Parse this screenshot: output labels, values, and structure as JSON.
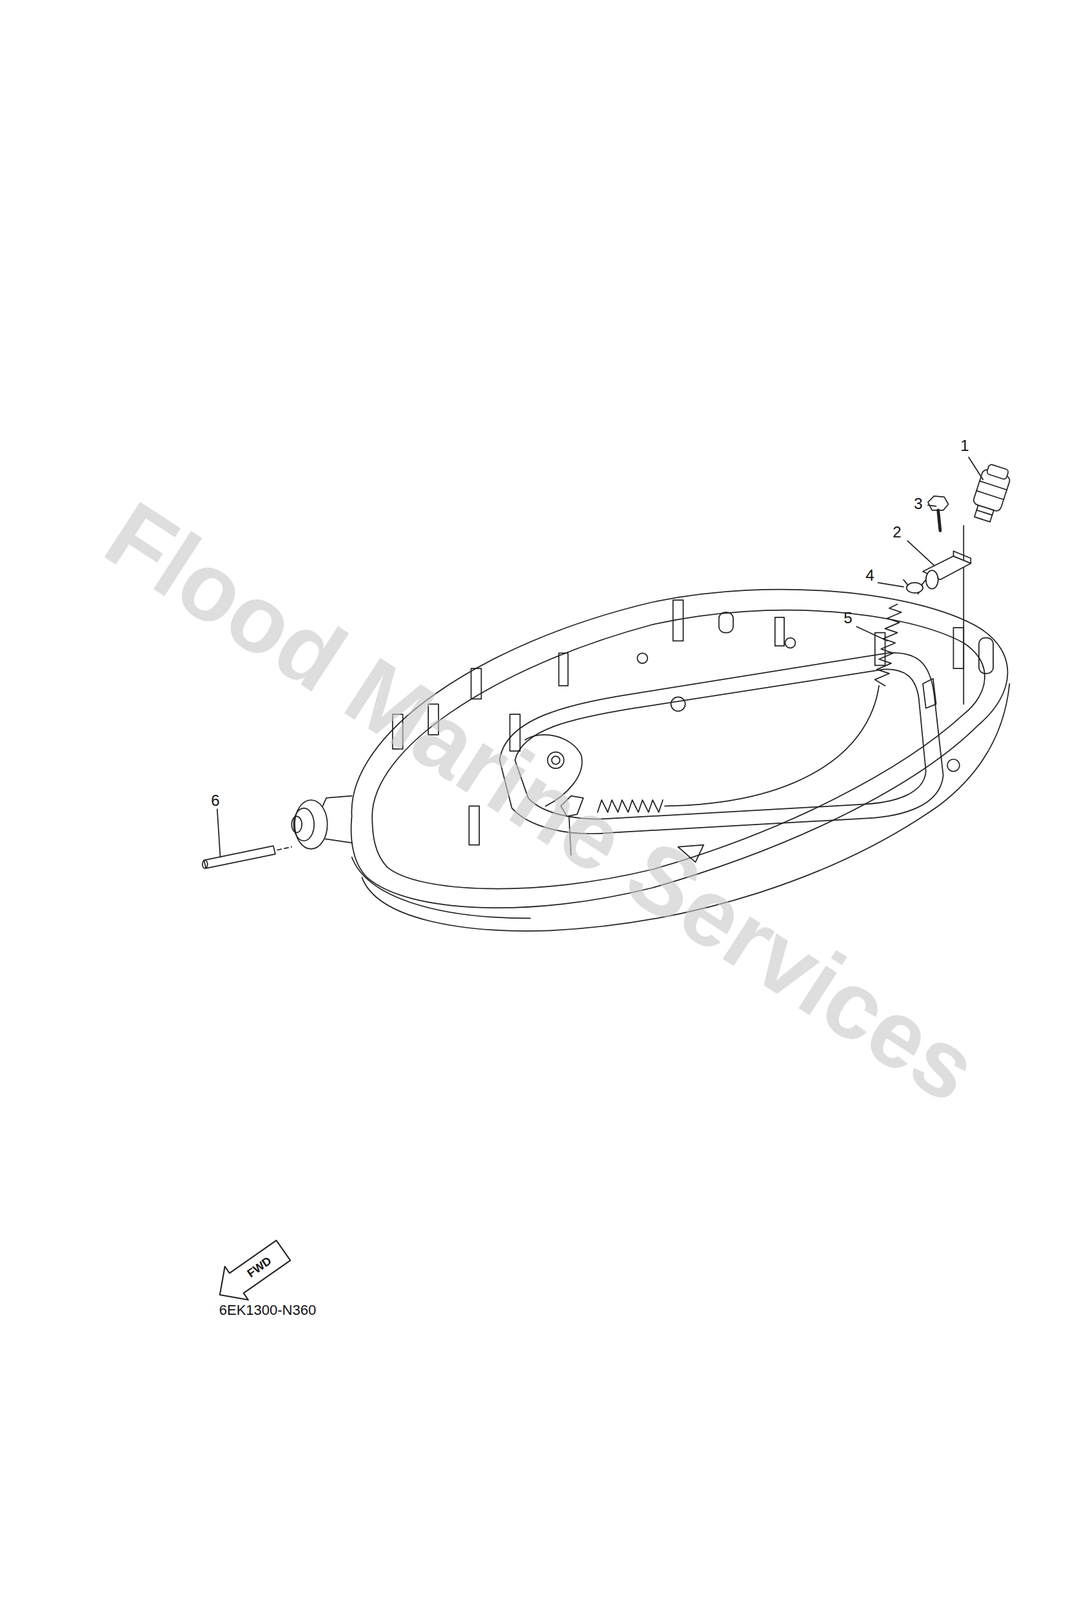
{
  "diagram": {
    "labels": [
      "1",
      "2",
      "3",
      "4",
      "5",
      "6",
      "FWD",
      "6EK1300-N360",
      "Flood Marine Services"
    ]
  }
}
